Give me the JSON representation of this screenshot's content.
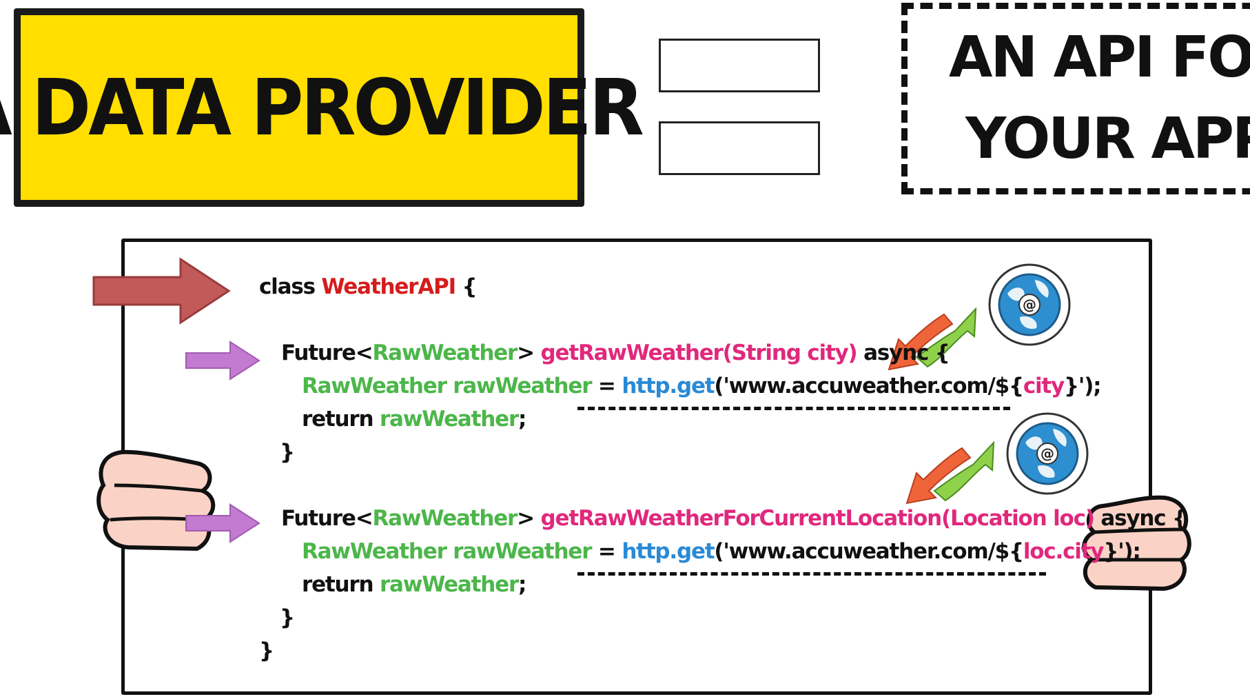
{
  "title_box": {
    "text": "A DATA PROVIDER",
    "color": "#ffde00"
  },
  "equals_sign": {
    "meaning": "equals"
  },
  "result_box": {
    "line1": "AN API FOR",
    "line2": "YOUR APP"
  },
  "code": {
    "l1": {
      "kw": "class ",
      "name": "WeatherAPI",
      "tail": " {"
    },
    "l2": {
      "kw": "Future<",
      "type": "RawWeather",
      "gt": "> ",
      "fn": "getRawWeather(String city)",
      "tail": " async {"
    },
    "l3": {
      "type": "RawWeather rawWeather",
      "eq": " = ",
      "call": "http.get",
      "s1": "('www.accuweather.com/${",
      "var": "city",
      "s2": "}');"
    },
    "l4": {
      "kw": "return ",
      "var": "rawWeather",
      "tail": ";"
    },
    "l5": {
      "text": "}"
    },
    "l6": {
      "kw": "Future<",
      "type": "RawWeather",
      "gt": "> ",
      "fn": "getRawWeatherForCurrentLocation(Location loc)",
      "tail": " async {"
    },
    "l7": {
      "type": "RawWeather rawWeather",
      "eq": " = ",
      "call": "http.get",
      "s1": "('www.accuweather.com/${",
      "var": "loc.city",
      "s2": "}');"
    },
    "l8": {
      "kw": "return ",
      "var": "rawWeather",
      "tail": ";"
    },
    "l9": {
      "text": "}"
    },
    "l10": {
      "text": "}"
    }
  },
  "icons": [
    "big-red-arrow-icon",
    "purple-arrow-icon",
    "globe-icon",
    "swap-arrows-icon",
    "hand-icon"
  ],
  "colors": {
    "class_name": "#d51c1c",
    "type": "#4cb64a",
    "function": "#e0287c",
    "url_call": "#2a8ad6"
  }
}
